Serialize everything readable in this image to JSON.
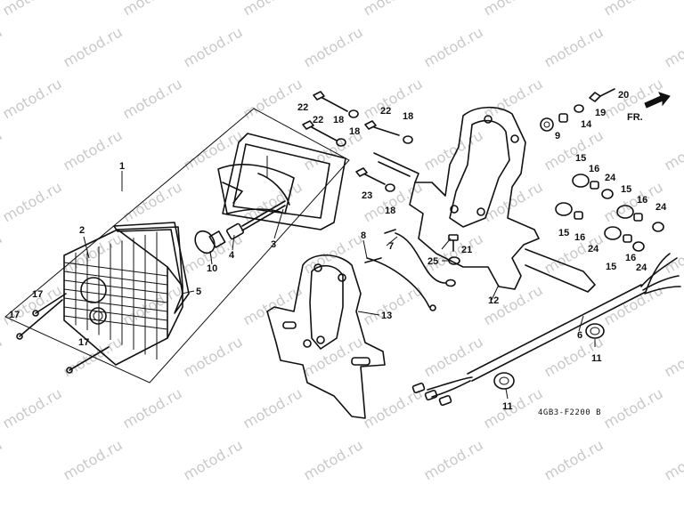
{
  "watermark": "motod.ru",
  "diagram_code": "4GB3-F2200 B",
  "direction_label": "FR.",
  "callouts": [
    {
      "id": "c1",
      "label": "1"
    },
    {
      "id": "c2",
      "label": "2"
    },
    {
      "id": "c3",
      "label": "3"
    },
    {
      "id": "c4",
      "label": "4"
    },
    {
      "id": "c5",
      "label": "5"
    },
    {
      "id": "c6",
      "label": "6"
    },
    {
      "id": "c7",
      "label": "7"
    },
    {
      "id": "c8",
      "label": "8"
    },
    {
      "id": "c9",
      "label": "9"
    },
    {
      "id": "c10",
      "label": "10"
    },
    {
      "id": "c11a",
      "label": "11"
    },
    {
      "id": "c11b",
      "label": "11"
    },
    {
      "id": "c12",
      "label": "12"
    },
    {
      "id": "c13",
      "label": "13"
    },
    {
      "id": "c14",
      "label": "14"
    },
    {
      "id": "c15a",
      "label": "15"
    },
    {
      "id": "c15b",
      "label": "15"
    },
    {
      "id": "c15c",
      "label": "15"
    },
    {
      "id": "c15d",
      "label": "15"
    },
    {
      "id": "c16a",
      "label": "16"
    },
    {
      "id": "c16b",
      "label": "16"
    },
    {
      "id": "c16c",
      "label": "16"
    },
    {
      "id": "c16d",
      "label": "16"
    },
    {
      "id": "c17a",
      "label": "17"
    },
    {
      "id": "c17b",
      "label": "17"
    },
    {
      "id": "c17c",
      "label": "17"
    },
    {
      "id": "c18a",
      "label": "18"
    },
    {
      "id": "c18b",
      "label": "18"
    },
    {
      "id": "c18c",
      "label": "18"
    },
    {
      "id": "c18d",
      "label": "18"
    },
    {
      "id": "c19",
      "label": "19"
    },
    {
      "id": "c20",
      "label": "20"
    },
    {
      "id": "c21",
      "label": "21"
    },
    {
      "id": "c22a",
      "label": "22"
    },
    {
      "id": "c22b",
      "label": "22"
    },
    {
      "id": "c22c",
      "label": "22"
    },
    {
      "id": "c23",
      "label": "23"
    },
    {
      "id": "c24a",
      "label": "24"
    },
    {
      "id": "c24b",
      "label": "24"
    },
    {
      "id": "c24c",
      "label": "24"
    },
    {
      "id": "c24d",
      "label": "24"
    },
    {
      "id": "c25",
      "label": "25"
    }
  ]
}
